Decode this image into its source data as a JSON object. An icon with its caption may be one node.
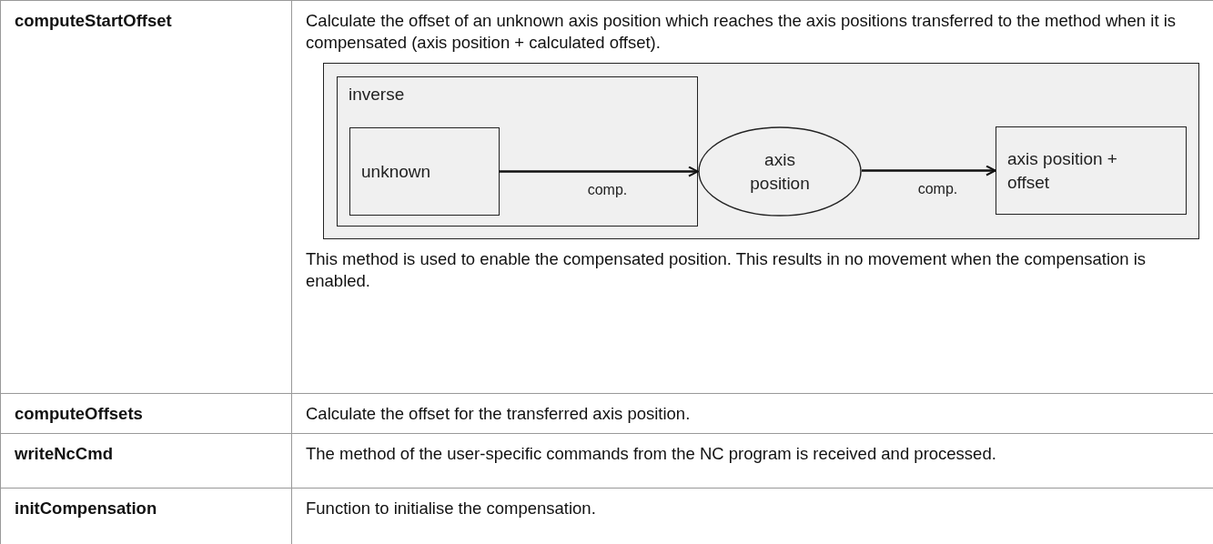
{
  "diagram": {
    "nodes": [
      {
        "text": [
          "inverse"
        ]
      },
      {
        "text": [
          "unknown"
        ],
        "in": 0
      },
      {
        "text": [
          "axis position"
        ]
      },
      {
        "text": [
          "axis position + offset"
        ]
      }
    ],
    "edges": [
      {
        "from": 1,
        "to": 2,
        "arrow": "to",
        "label": "comp."
      },
      {
        "from": 2,
        "to": 3,
        "arrow": "to",
        "label": "comp."
      }
    ],
    "labels": [
      "computeStartOffset",
      "Calculate the offset of an unknown axis position which reaches the axis positions transferred to the method when it is compensated (axis position + calculated offset).",
      "This method is used to enable the compensated position. This results in no movement when the compensation is enabled.",
      "computeOffsets",
      "Calculate the offset for the transferred axis position.",
      "writeNcCmd",
      "The method of the user-specific commands from the NC program is received and processed.",
      "initCompensation",
      "Function to initialise the compensation."
    ]
  }
}
